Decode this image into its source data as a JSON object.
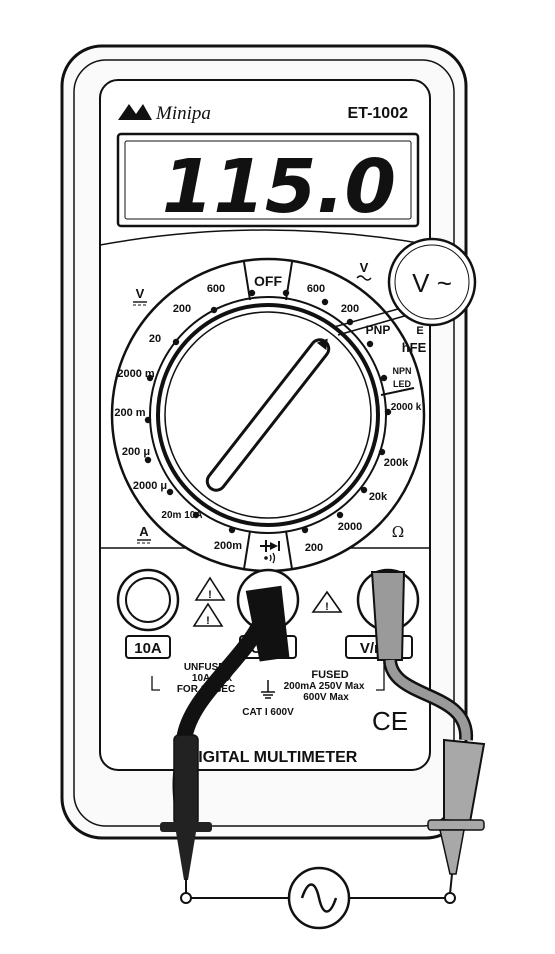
{
  "device": {
    "brand": "Minipa",
    "model": "ET-1002",
    "name": "DIGITAL MULTIMETER",
    "display_reading": "115.0",
    "selected_mode": "V ~",
    "ce_mark": "CE"
  },
  "dial": {
    "off": "OFF",
    "dc_volts_symbol": "V",
    "ac_volts_symbol": "V",
    "dc_amps_symbol": "A",
    "ohm_symbol": "Ω",
    "ac_600": "600",
    "ac_200": "200",
    "dc_600": "600",
    "dc_200": "200",
    "dc_20": "20",
    "dc_2000m": "2000 m",
    "dc_200m": "200 m",
    "a_200u": "200 μ",
    "a_2000u": "2000 μ",
    "a_20m_10a": "20m 10A",
    "a_200m": "200m",
    "r_200": "200",
    "r_2000": "2000",
    "r_20k": "20k",
    "r_200k": "200k",
    "r_2000k": "2000 k",
    "npn": "NPN",
    "led": "LED",
    "pnp": "PNP",
    "e": "E",
    "hfe": "hFE"
  },
  "jacks": {
    "a10": "10A",
    "com": "COM",
    "vma": "V/mA",
    "unfused": "UNFUSED",
    "a10_max": "10A Max",
    "for_sec": "FOR 10 SEC",
    "fused": "FUSED",
    "fused_spec": "200mA 250V Max",
    "ac_max": "600V Max",
    "cat": "CAT I 600V"
  }
}
